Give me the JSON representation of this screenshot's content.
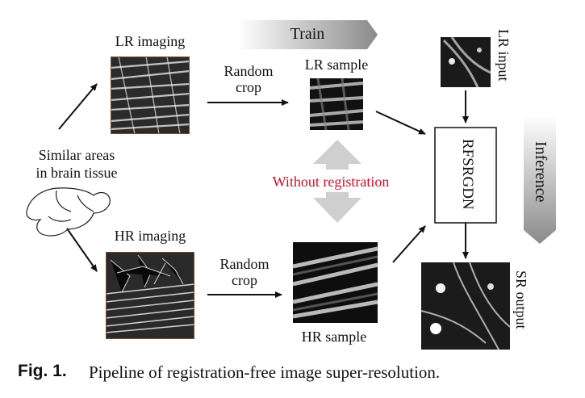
{
  "labels": {
    "lr_imaging": "LR imaging",
    "hr_imaging": "HR imaging",
    "random_crop_1": "Random",
    "random_crop_2": "crop",
    "lr_sample": "LR sample",
    "hr_sample": "HR sample",
    "similar_1": "Similar areas",
    "similar_2": "in brain tissue",
    "without_registration": "Without registration",
    "train": "Train",
    "inference": "Inference",
    "lr_input": "LR input",
    "sr_output": "SR output",
    "network": "RFSRGDN"
  },
  "caption": {
    "number": "Fig. 1.",
    "text": "Pipeline of registration-free image super-resolution."
  },
  "colors": {
    "red_text": "#c8102e",
    "ink": "#111111",
    "arrow_gray": "#cfcfcf"
  }
}
